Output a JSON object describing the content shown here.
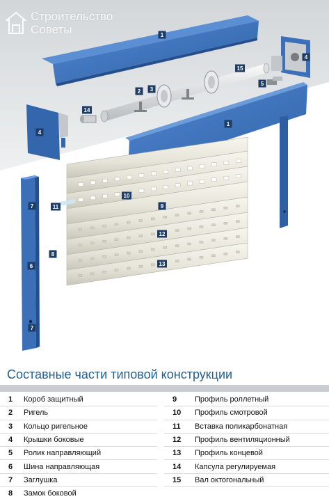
{
  "watermark": {
    "line1": "Строительство",
    "line2": "Советы"
  },
  "callouts": [
    "1",
    "1",
    "2",
    "3",
    "4",
    "4",
    "5",
    "6",
    "7",
    "7",
    "8",
    "9",
    "10",
    "11",
    "12",
    "13",
    "14",
    "15"
  ],
  "legend": {
    "title": "Составные части типовой конструкции",
    "items": [
      {
        "num": "1",
        "label": "Короб защитный"
      },
      {
        "num": "2",
        "label": "Ригель"
      },
      {
        "num": "3",
        "label": "Кольцо ригельное"
      },
      {
        "num": "4",
        "label": "Крышки боковые"
      },
      {
        "num": "5",
        "label": "Ролик направляющий"
      },
      {
        "num": "6",
        "label": "Шина направляющая"
      },
      {
        "num": "7",
        "label": "Заглушка"
      },
      {
        "num": "8",
        "label": "Замок боковой"
      },
      {
        "num": "9",
        "label": "Профиль роллетный"
      },
      {
        "num": "10",
        "label": "Профиль смотровой"
      },
      {
        "num": "11",
        "label": "Вставка поликарбонатная"
      },
      {
        "num": "12",
        "label": "Профиль вентиляционный"
      },
      {
        "num": "13",
        "label": "Профиль концевой"
      },
      {
        "num": "14",
        "label": "Капсула регулируемая"
      },
      {
        "num": "15",
        "label": "Вал октогональный"
      }
    ]
  },
  "colors": {
    "part_blue": "#3b6fb8",
    "tag_navy": "#1d3c66",
    "title_blue": "#1f5f93"
  }
}
